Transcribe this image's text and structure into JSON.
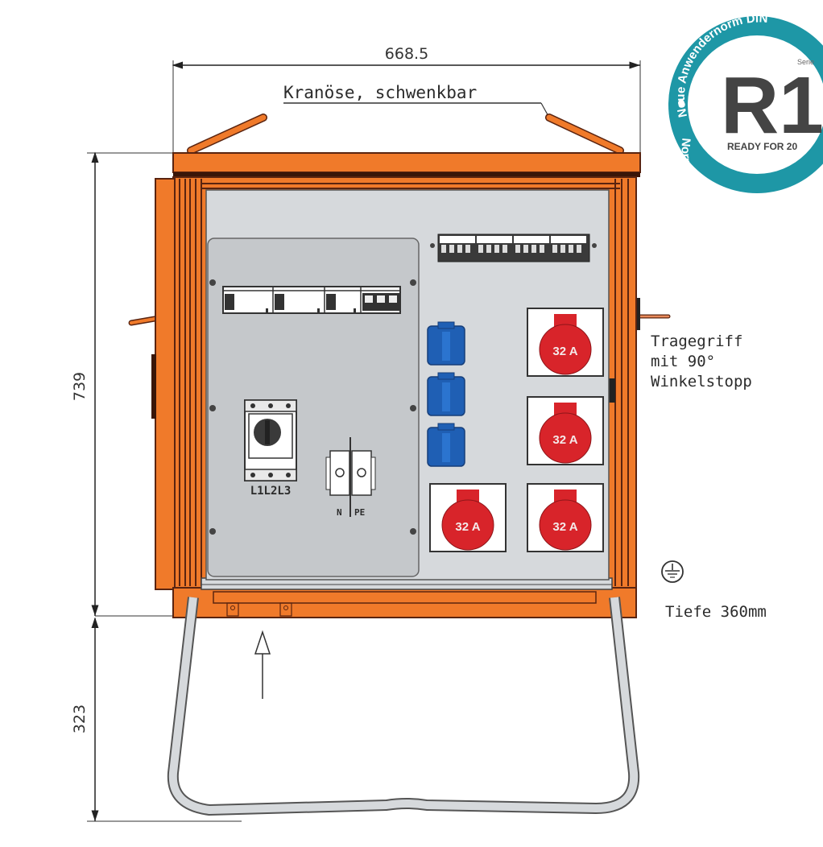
{
  "dimensions": {
    "width": "668.5",
    "height_box": "739",
    "height_stand": "323"
  },
  "annotations": {
    "crane_eye": "Kranöse, schwenkbar",
    "handle_line1": "Tragegriff",
    "handle_line2": "mit 90°",
    "handle_line3": "Winkelstopp",
    "depth": "Tiefe 360mm"
  },
  "panel_labels": {
    "main_switch": "L1L2L3",
    "n_terminal": "N",
    "pe_terminal": "PE"
  },
  "cee_sockets": [
    {
      "rating": "32 A"
    },
    {
      "rating": "32 A"
    },
    {
      "rating": "32 A"
    },
    {
      "rating": "32 A"
    }
  ],
  "schuko_socket_count": 3,
  "badge": {
    "big_text": "R1",
    "small_text": "Serie",
    "ready_text": "READY FOR 20",
    "arc_top": "Neue Anwendernorm DIN",
    "arc_bottom": "Normkonform gemäß DIN"
  },
  "colors": {
    "enclosure": "#f07a2a",
    "enclosure_dark": "#5a2410",
    "panel": "#d6d9dc",
    "inner_panel": "#c5c8cb",
    "cee_red": "#d8242a",
    "schuko_blue": "#1f5fb4",
    "badge_teal": "#1e97a6"
  }
}
